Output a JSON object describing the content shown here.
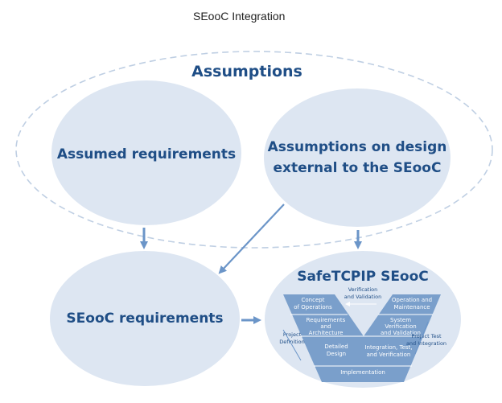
{
  "title": "SEooC Integration",
  "assumptions": {
    "label": "Assumptions"
  },
  "assumed_requirements": {
    "label": "Assumed requirements"
  },
  "assumptions_design": {
    "line1": "Assumptions on design",
    "line2": "external to the SEooC"
  },
  "seooc_requirements": {
    "label": "SEooC requirements"
  },
  "safetcpip": {
    "title": "SafeTCPIP SEooC",
    "concept": {
      "line1": "Concept",
      "line2": "of Operations"
    },
    "verification_validation": {
      "line1": "Verification",
      "line2": "and Validation"
    },
    "operation": {
      "line1": "Operation and",
      "line2": "Maintenance"
    },
    "requirements": {
      "line1": "Requirements",
      "line2": "and",
      "line3": "Architecture"
    },
    "system_vv": {
      "line1": "System",
      "line2": "Verification",
      "line3": "and Validation"
    },
    "project_definition": {
      "line1": "Project",
      "line2": "Definition"
    },
    "project_test": {
      "line1": "Project Test",
      "line2": "and Integration"
    },
    "detailed_design": {
      "line1": "Detailed",
      "line2": "Design"
    },
    "integration": {
      "line1": "Integration, Test,",
      "line2": "and Verification"
    },
    "implementation": "Implementation"
  },
  "colors": {
    "ellipse_fill": "#dde6f2",
    "text_dark": "#1f4e86",
    "arrow": "#6b95c8",
    "v_fill": "#7a9fcb",
    "dashed_border": "#bfcfe3"
  }
}
